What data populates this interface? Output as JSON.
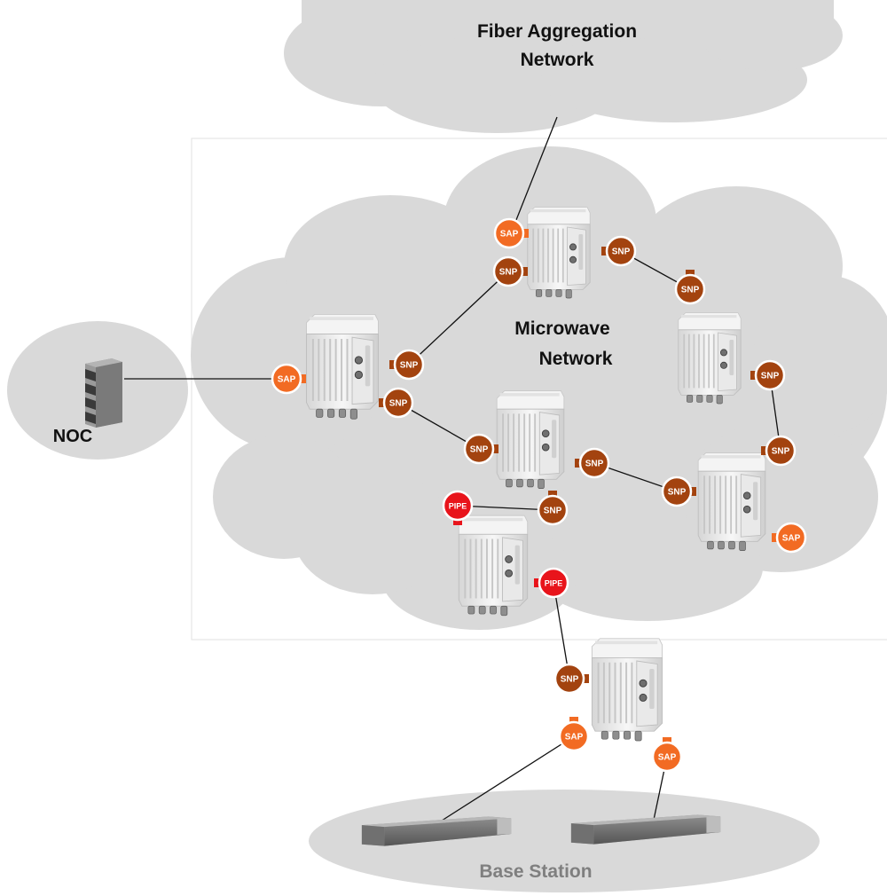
{
  "labels": {
    "fiber_line1": "Fiber Aggregation",
    "fiber_line2": "Network",
    "micro_line1": "Microwave",
    "micro_line2": "Network",
    "noc": "NOC",
    "base_station": "Base Station"
  },
  "badge_text": {
    "snp": "SNP",
    "sap": "SAP",
    "pipe": "PIPE"
  },
  "colors": {
    "snp": "#a3430f",
    "sap": "#f26b23",
    "pipe": "#e8141b",
    "cloud": "#d9d9d9",
    "text_dark": "#111111",
    "text_base": "#7f7f7f"
  }
}
